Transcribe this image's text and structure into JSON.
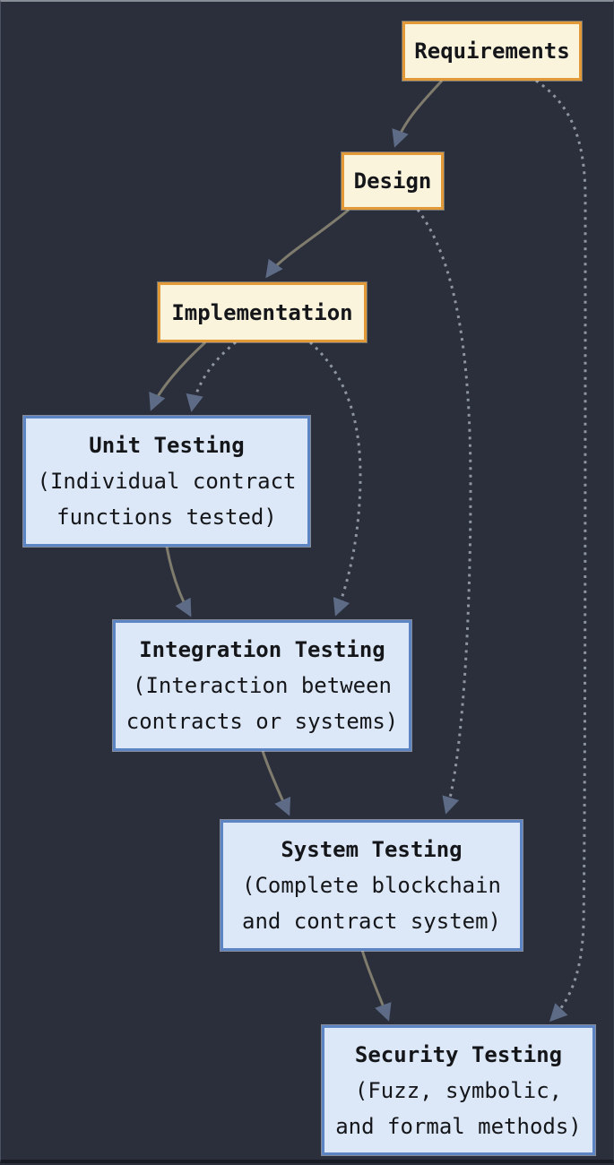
{
  "diagram": {
    "type": "flowchart",
    "description": "Blockchain smart-contract development and testing lifecycle (V-model style)",
    "colors": {
      "background": "#2a2f3b",
      "stage_fill": "#fbf4dd",
      "stage_border": "#e29a39",
      "test_fill": "#dce8f7",
      "test_border": "#5d84c3",
      "text": "#15161a",
      "edge_solid": "#7f7b6d",
      "edge_dotted": "#8d94a2",
      "arrowhead": "#5d6b86"
    }
  },
  "nodes": {
    "requirements": {
      "label": "Requirements"
    },
    "design": {
      "label": "Design"
    },
    "implementation": {
      "label": "Implementation"
    },
    "unit": {
      "title": "Unit Testing",
      "line1": "(Individual contract",
      "line2": "functions tested)"
    },
    "integration": {
      "title": "Integration Testing",
      "line1": "(Interaction between",
      "line2": "contracts or systems)"
    },
    "system": {
      "title": "System Testing",
      "line1": "(Complete blockchain",
      "line2": "and contract system)"
    },
    "security": {
      "title": "Security Testing",
      "line1": "(Fuzz, symbolic,",
      "line2": "and formal methods)"
    }
  },
  "edges": [
    {
      "from": "Requirements",
      "to": "Design",
      "style": "solid"
    },
    {
      "from": "Design",
      "to": "Implementation",
      "style": "solid"
    },
    {
      "from": "Implementation",
      "to": "Unit Testing",
      "style": "solid"
    },
    {
      "from": "Unit Testing",
      "to": "Integration Testing",
      "style": "solid"
    },
    {
      "from": "Integration Testing",
      "to": "System Testing",
      "style": "solid"
    },
    {
      "from": "System Testing",
      "to": "Security Testing",
      "style": "solid"
    },
    {
      "from": "Implementation",
      "to": "Unit Testing",
      "style": "dotted"
    },
    {
      "from": "Implementation",
      "to": "Integration Testing",
      "style": "dotted"
    },
    {
      "from": "Design",
      "to": "System Testing",
      "style": "dotted"
    },
    {
      "from": "Requirements",
      "to": "Security Testing",
      "style": "dotted"
    }
  ]
}
